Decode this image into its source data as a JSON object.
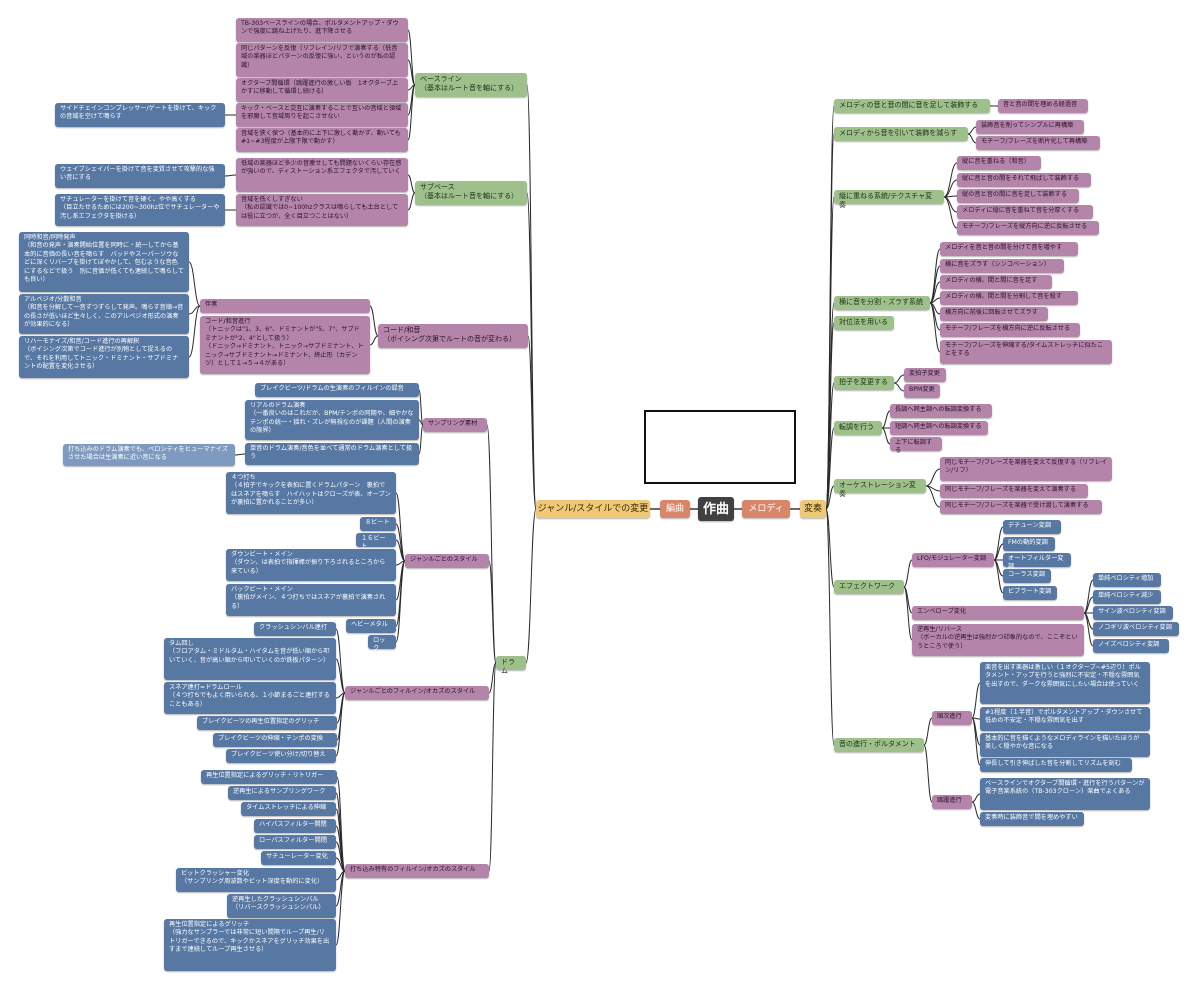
{
  "colors": {
    "green": "#9ec08b",
    "purple": "#b484ab",
    "blue": "#5778a3",
    "light_blue": "#7f9ac0",
    "dark": "#404040",
    "orange": "#d98568",
    "yellow": "#f0c978",
    "line": "#2b2b2b"
  },
  "nodes": [
    {
      "id": "root",
      "text": "作曲",
      "color": "dark"
    },
    {
      "id": "hen",
      "text": "編曲",
      "color": "orange"
    },
    {
      "id": "mel",
      "text": "メロディ",
      "color": "orange"
    },
    {
      "id": "genre",
      "text": "ジャンル/スタイルでの変更",
      "color": "yellow"
    },
    {
      "id": "henso",
      "text": "変奏",
      "color": "yellow"
    },
    {
      "id": "bass",
      "text": "ベースライン\n（基本はルート音を軸にする）",
      "color": "green"
    },
    {
      "id": "b1",
      "text": "TB-303ベースラインの場合、ポルタメントアップ・ダウンで強度に跳ね上げたり、進下降させる",
      "color": "purple"
    },
    {
      "id": "b2",
      "text": "同じパターンを反復（リフレイン/リフで演奏する（低音域の楽器ほどパターンの反復に強い、というのが私の認識）",
      "color": "purple"
    },
    {
      "id": "b3",
      "text": "オクターブ間循環（跳躍進行の激しい版　1オクターブ上かすに移動して循環し続ける）",
      "color": "purple"
    },
    {
      "id": "b4",
      "text": "キック・ベースと交互に演奏することで互いの音域と領域を邪魔して音域周りを起こさせない",
      "color": "purple"
    },
    {
      "id": "b4a",
      "text": "サイドチェインコンプレッサー/ゲートを掛けて、キックの音域を空けて鳴らす",
      "color": "blue"
    },
    {
      "id": "b5",
      "text": "音域を狭く保つ（基本的に上下に激しく動かず、動いても#1~#3程度が上限下限で動かす）",
      "color": "purple"
    },
    {
      "id": "sub",
      "text": "サブベース\n（基本はルート音を軸にする）",
      "color": "green"
    },
    {
      "id": "s1",
      "text": "低域の楽器ほど多少の音痩せしても問題ないくらい存在感が強いので、ディストーション系エフェクタで汚していく",
      "color": "purple"
    },
    {
      "id": "s1a",
      "text": "ウェイブシェイパーを掛けて音を変質させて攻撃的な強い音にする",
      "color": "blue"
    },
    {
      "id": "s2",
      "text": "音域を低くしすぎない\n（私の認識では0~100hzクラスは鳴らしても土台としては役に立つが、全く目立つことはない）",
      "color": "purple"
    },
    {
      "id": "s2a",
      "text": "サチュレーターを掛けて音を硬く、やや高くする\n（目立たせるためには200~300hz位でサチュレーターや汚し系エフェクタを掛ける）",
      "color": "blue"
    },
    {
      "id": "chord",
      "text": "コード/和音\n（ボイシング次第でルートの音が変わる）",
      "color": "purple"
    },
    {
      "id": "c1",
      "text": "伴奏",
      "color": "purple"
    },
    {
      "id": "c1a",
      "text": "同時和音/同時発声\n（和音の発声・演奏開始位置を同時に・統一してから基本的に音価の長い音を鳴らす　パッドやスーパーソウなどに深くリバーブを掛けてぼやかして、包むような音色にするなどで扱う　別に音価が低くても連続して鳴らしても良い）",
      "color": "blue"
    },
    {
      "id": "c1b",
      "text": "アルペジオ/分散和音\n（和音を分解して一音ずつずらして発声。鳴らす音順→音の長さが低いほど生々しく、このアルペジオ形式の演奏が効果的になる）",
      "color": "blue"
    },
    {
      "id": "c1c",
      "text": "リハーモナイズ/和音/コード進行の再解釈\n（ボイシング次第でコード進行が別物として捉えるので、それを利用してトニック・ドミナント・サブドミナントの配置を変化させる）",
      "color": "blue"
    },
    {
      "id": "c2",
      "text": "コード/和音進行\n（トニックは\"1、3、6\"、ドミナントが\"5、7\"、サブドミナントが\"2、4\"として扱う）\n（ドニック→ドミナント、トニック→サブドミナント、トニック→サブドミナント→ドミナント、終止形（カデンツ）として１→５→４がある）",
      "color": "purple"
    },
    {
      "id": "drum",
      "text": "ドラム",
      "color": "green"
    },
    {
      "id": "samp",
      "text": "サンプリング素材",
      "color": "purple"
    },
    {
      "id": "sa1",
      "text": "ブレイクビーツ/ドラムの生演奏のフィルインの録音",
      "color": "blue"
    },
    {
      "id": "sa2",
      "text": "リアルのドラム演奏\n（一番良いのはこれだが、BPM/テンポの同期や、細やかなテンポの統一・揺れ・ズレが無視なのが課題（人間の演奏の限界）",
      "color": "blue"
    },
    {
      "id": "sa3",
      "text": "単音のドラム演奏/音色を並べて通常のドラム演奏として扱う",
      "color": "blue"
    },
    {
      "id": "sa3a",
      "text": "打ち込みのドラム演奏でも、ベロシティをヒューマナイズさせた場合は生演奏に近い音になる",
      "color": "lblue"
    },
    {
      "id": "gstyle",
      "text": "ジャンルごとのスタイル",
      "color": "purple"
    },
    {
      "id": "g1",
      "text": "４つ打ち\n（４拍子でキックを表拍に置くドラムパターン　裏拍ではスネアを鳴らす　ハイハットはクローズが表、オープンが裏拍に置かれることが多い）",
      "color": "blue"
    },
    {
      "id": "g2",
      "text": "８ビート",
      "color": "blue"
    },
    {
      "id": "g3",
      "text": "１６ビート",
      "color": "blue"
    },
    {
      "id": "g4",
      "text": "ダウンビート・メイン\n（ダウン、は表拍で指揮棒が振り下ろされるところから来ている）",
      "color": "blue"
    },
    {
      "id": "g5",
      "text": "バックビート・メイン\n（裏拍がメイン、４つ打ちではスネアが裏拍で演奏される）",
      "color": "blue"
    },
    {
      "id": "g6",
      "text": "ヘビーメタル",
      "color": "blue"
    },
    {
      "id": "g7",
      "text": "ロック",
      "color": "blue"
    },
    {
      "id": "gfill",
      "text": "ジャンルごとのフィルイン/オカズのスタイル",
      "color": "purple"
    },
    {
      "id": "f1",
      "text": "クラッシュシンバル連打",
      "color": "blue"
    },
    {
      "id": "f2",
      "text": "タム回し\n（フロアタム・ミドルタム・ハイタムを音が低い順から叩いていく、音が高い順から叩いていくのが鉄板パターン）",
      "color": "blue"
    },
    {
      "id": "f3",
      "text": "スネア連打=ドラムロール\n（４つ打ちでもよく用いられる、１小節まるごと連打することもある）",
      "color": "blue"
    },
    {
      "id": "f4",
      "text": "ブレイクビーツの再生位置指定のグリッチ",
      "color": "blue"
    },
    {
      "id": "f5",
      "text": "ブレイクビーツの伸縮・テンポの変換",
      "color": "blue"
    },
    {
      "id": "f6",
      "text": "ブレイクビーツ使い分け/切り替え",
      "color": "blue"
    },
    {
      "id": "ufill",
      "text": "打ち込み特有のフィルイン/オカズのスタイル",
      "color": "purple"
    },
    {
      "id": "u1",
      "text": "再生位置指定によるグリッチ・リトリガー",
      "color": "blue"
    },
    {
      "id": "u2",
      "text": "逆再生によるサンプリングワーク",
      "color": "blue"
    },
    {
      "id": "u3",
      "text": "タイムストレッチによる伸縮",
      "color": "blue"
    },
    {
      "id": "u4",
      "text": "ハイパスフィルター開閉",
      "color": "blue"
    },
    {
      "id": "u5",
      "text": "ローパスフィルター開閉",
      "color": "blue"
    },
    {
      "id": "u6",
      "text": "サチューレーター変化",
      "color": "blue"
    },
    {
      "id": "u7",
      "text": "ビットクラッシャー変化\n（サンプリング周波数やビット深度を動的に変化）",
      "color": "blue"
    },
    {
      "id": "u8",
      "text": "逆再生したクラッシュシンバル\n（リバースクラッシュシンバル）",
      "color": "blue"
    },
    {
      "id": "u9",
      "text": "再生位置指定によるグリッチ\n（強力なサンプラーでは非常に短い間隔でループ再生/リトリガーできるので、キックかスネアをグリッチ効果を出すまで連続してループ再生させる）",
      "color": "blue"
    },
    {
      "id": "r1",
      "text": "メロディの音と音の間に音を足して装飾する",
      "color": "green"
    },
    {
      "id": "r1a",
      "text": "音と音の間を埋める経過音",
      "color": "purple"
    },
    {
      "id": "r2",
      "text": "メロディから音を引いて装飾を減らす",
      "color": "green"
    },
    {
      "id": "r2a",
      "text": "装飾音を削ってシンプルに再構築",
      "color": "purple"
    },
    {
      "id": "r2b",
      "text": "モチーフ/フレーズを断片化して再構築",
      "color": "purple"
    },
    {
      "id": "r3",
      "text": "縦に重ねる系統/テクスチャ変奏",
      "color": "green"
    },
    {
      "id": "r3a",
      "text": "縦に音を重ねる（和音）",
      "color": "purple"
    },
    {
      "id": "r3b",
      "text": "縦に音と音の間をそれて飛ばして装飾する",
      "color": "purple"
    },
    {
      "id": "r3c",
      "text": "縦の音と音の間に音を足して装飾する",
      "color": "purple"
    },
    {
      "id": "r3d",
      "text": "メロディに縦に音を重ねて音を分厚くする",
      "color": "purple"
    },
    {
      "id": "r3e",
      "text": "モチーフ/フレーズを縦方向に逆に反転させる",
      "color": "purple"
    },
    {
      "id": "r4",
      "text": "横に音を分割・ズラす系統",
      "color": "green"
    },
    {
      "id": "r4a",
      "text": "メロディを音と音の間を分けて音を増やす",
      "color": "purple"
    },
    {
      "id": "r4b",
      "text": "横に音をズラす（シンコペーション）",
      "color": "purple"
    },
    {
      "id": "r4c",
      "text": "メロディの横、間と間に音を足す",
      "color": "purple"
    },
    {
      "id": "r4d",
      "text": "メロディの横、間と間を分割して音を殺す",
      "color": "purple"
    },
    {
      "id": "r4e",
      "text": "横方向に前後に回転させてズラす",
      "color": "purple"
    },
    {
      "id": "r4f",
      "text": "モチーフ/フレーズを横方向に逆に反転させる",
      "color": "purple"
    },
    {
      "id": "r4g",
      "text": "モチーフ/フレーズを伸縮する/タイムストレッチに似たことをする",
      "color": "purple"
    },
    {
      "id": "r5",
      "text": "対位法を用いる",
      "color": "green"
    },
    {
      "id": "r6",
      "text": "拍子を変更する",
      "color": "green"
    },
    {
      "id": "r6a",
      "text": "変拍子変更",
      "color": "purple"
    },
    {
      "id": "r6b",
      "text": "BPM変更",
      "color": "purple"
    },
    {
      "id": "r7",
      "text": "転調を行う",
      "color": "green"
    },
    {
      "id": "r7a",
      "text": "長調へ同主調への転調変換する",
      "color": "purple"
    },
    {
      "id": "r7b",
      "text": "短調へ同主調への転調変換する",
      "color": "purple"
    },
    {
      "id": "r7c",
      "text": "上下に転調する",
      "color": "purple"
    },
    {
      "id": "r8",
      "text": "オーケストレーション変奏",
      "color": "green"
    },
    {
      "id": "r8a",
      "text": "同じモチーフ/フレーズを楽器を変えて反復する（リフレイン/リフ）",
      "color": "purple"
    },
    {
      "id": "r8b",
      "text": "同じモチーフ/フレーズを楽器を変えて演奏する",
      "color": "purple"
    },
    {
      "id": "r8c",
      "text": "同じモチーフ/フレーズを楽器で受け渡して演奏する",
      "color": "purple"
    },
    {
      "id": "r9",
      "text": "エフェクトワーク",
      "color": "green"
    },
    {
      "id": "r9a",
      "text": "LFO/モジュレーター変調",
      "color": "purple"
    },
    {
      "id": "r9a1",
      "text": "デチューン変調",
      "color": "blue"
    },
    {
      "id": "r9a2",
      "text": "FMの動的変調",
      "color": "blue"
    },
    {
      "id": "r9a3",
      "text": "オートフィルター変調",
      "color": "blue"
    },
    {
      "id": "r9a4",
      "text": "コーラス変調",
      "color": "blue"
    },
    {
      "id": "r9a5",
      "text": "ビブラート変調",
      "color": "blue"
    },
    {
      "id": "r9b",
      "text": "エンベロープ変化",
      "color": "purple"
    },
    {
      "id": "r9b1",
      "text": "単純ベロシティ増加",
      "color": "blue"
    },
    {
      "id": "r9b2",
      "text": "単純ベロシティ減少",
      "color": "blue"
    },
    {
      "id": "r9b3",
      "text": "サイン波ベロシティ変調",
      "color": "blue"
    },
    {
      "id": "r9b4",
      "text": "ノコギリ波ベロシティ変調",
      "color": "blue"
    },
    {
      "id": "r9b5",
      "text": "ノイズベロシティ変調",
      "color": "blue"
    },
    {
      "id": "r9c",
      "text": "逆再生/リバース\n（ボーカルの逆再生は強烈かつ印象的なので、ここぞというところで使う）",
      "color": "purple"
    },
    {
      "id": "r10",
      "text": "音の進行・ポルタメント",
      "color": "green"
    },
    {
      "id": "r10a",
      "text": "順次進行",
      "color": "purple"
    },
    {
      "id": "r10a1",
      "text": "楽音を出す楽器は激しい（１オクターブ~#5辺り）ポルタメント・アップを行うと強烈に不安定・不穏な雰囲気を出すので、ダークな雰囲気にしたい場合は使っていく",
      "color": "blue"
    },
    {
      "id": "r10a2",
      "text": "#1程度（１半音）でポルタメントアップ・ダウンさせて低めの不安定・不穏な雰囲気を出す",
      "color": "blue"
    },
    {
      "id": "r10a3",
      "text": "基本的に音を描くようなメロディラインを描いたほうが美しく穏やかな音になる",
      "color": "blue"
    },
    {
      "id": "r10a4",
      "text": "伸長して引き伸ばした音を分割してリズムを刻む",
      "color": "blue"
    },
    {
      "id": "r10b",
      "text": "跳躍進行",
      "color": "purple"
    },
    {
      "id": "r10b1",
      "text": "ベースラインでオクターブ間循環・進行を行うパターンが電子音楽系統の（TB-303クローン）楽曲でよくある",
      "color": "blue"
    },
    {
      "id": "r10b2",
      "text": "変奏時に装飾音で間を埋めやすい",
      "color": "blue"
    }
  ]
}
